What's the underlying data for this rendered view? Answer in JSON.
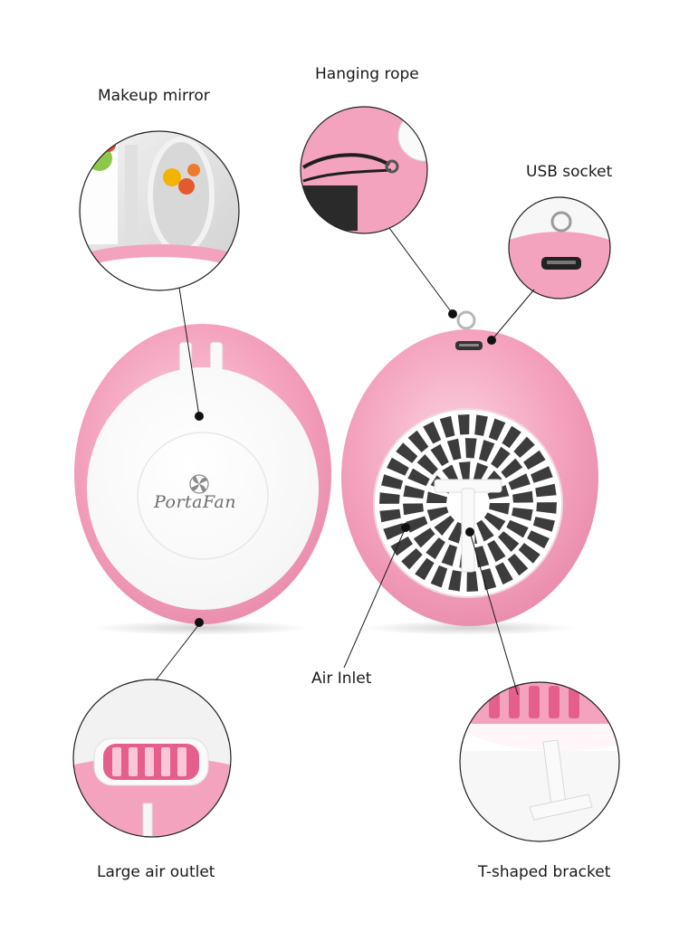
{
  "callouts": {
    "makeup_mirror": "Makeup mirror",
    "hanging_rope": "Hanging rope",
    "usb_socket": "USB socket",
    "air_inlet": "Air Inlet",
    "large_air_outlet": "Large air outlet",
    "t_shaped_bracket": "T-shaped bracket"
  },
  "product": {
    "brand_text": "PortaFan",
    "body_color": "#f4a3bf",
    "body_color_dark": "#e98aab",
    "face_color": "#ffffff",
    "logo_icon": "pinwheel-icon"
  },
  "colors": {
    "background": "#ffffff",
    "leader_line": "#1a1a1a",
    "callout_border": "#222222"
  }
}
